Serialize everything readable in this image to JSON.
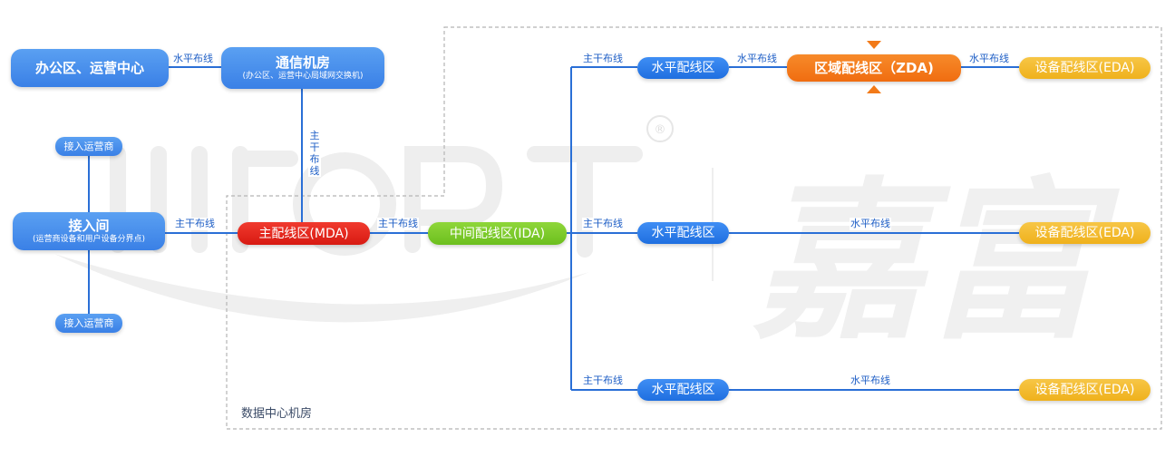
{
  "colors": {
    "blue": "#2a7be8",
    "red": "#e0271d",
    "green": "#7cc82a",
    "orange": "#f27a18",
    "yellow": "#f2bb2c",
    "line": "#2a6fd6",
    "dashed_border": "#b5b5b5"
  },
  "nodes": {
    "office": {
      "title": "办公区、运营中心"
    },
    "telecom_room": {
      "title": "通信机房",
      "subtitle": "(办公区、运营中心局域网交换机)"
    },
    "carrier_top": {
      "title": "接入运营商"
    },
    "entrance_room": {
      "title": "接入间",
      "subtitle": "(运营商设备和用户设备分界点)"
    },
    "carrier_bottom": {
      "title": "接入运营商"
    },
    "mda": {
      "title": "主配线区(MDA)"
    },
    "ida": {
      "title": "中间配线区(IDA)"
    },
    "hda_1": {
      "title": "水平配线区"
    },
    "zda": {
      "title": "区域配线区（ZDA)"
    },
    "eda_1": {
      "title": "设备配线区(EDA)"
    },
    "hda_2": {
      "title": "水平配线区"
    },
    "eda_2": {
      "title": "设备配线区(EDA)"
    },
    "hda_3": {
      "title": "水平配线区"
    },
    "eda_3": {
      "title": "设备配线区(EDA)"
    }
  },
  "links": {
    "office_telecom": "水平布线",
    "telecom_mda": "主干布线",
    "entrance_mda": "主干布线",
    "mda_ida": "主干布线",
    "ida_hda1": "主干布线",
    "hda1_zda": "水平布线",
    "zda_eda1": "水平布线",
    "ida_hda2": "主干布线",
    "hda2_eda2": "水平布线",
    "ida_hda3": "主干布线",
    "hda3_eda3": "水平布线"
  },
  "data_center_label": "数据中心机房",
  "watermark": {
    "logo_text": "WOPT",
    "brand_text": "嘉富",
    "registered": "®"
  }
}
